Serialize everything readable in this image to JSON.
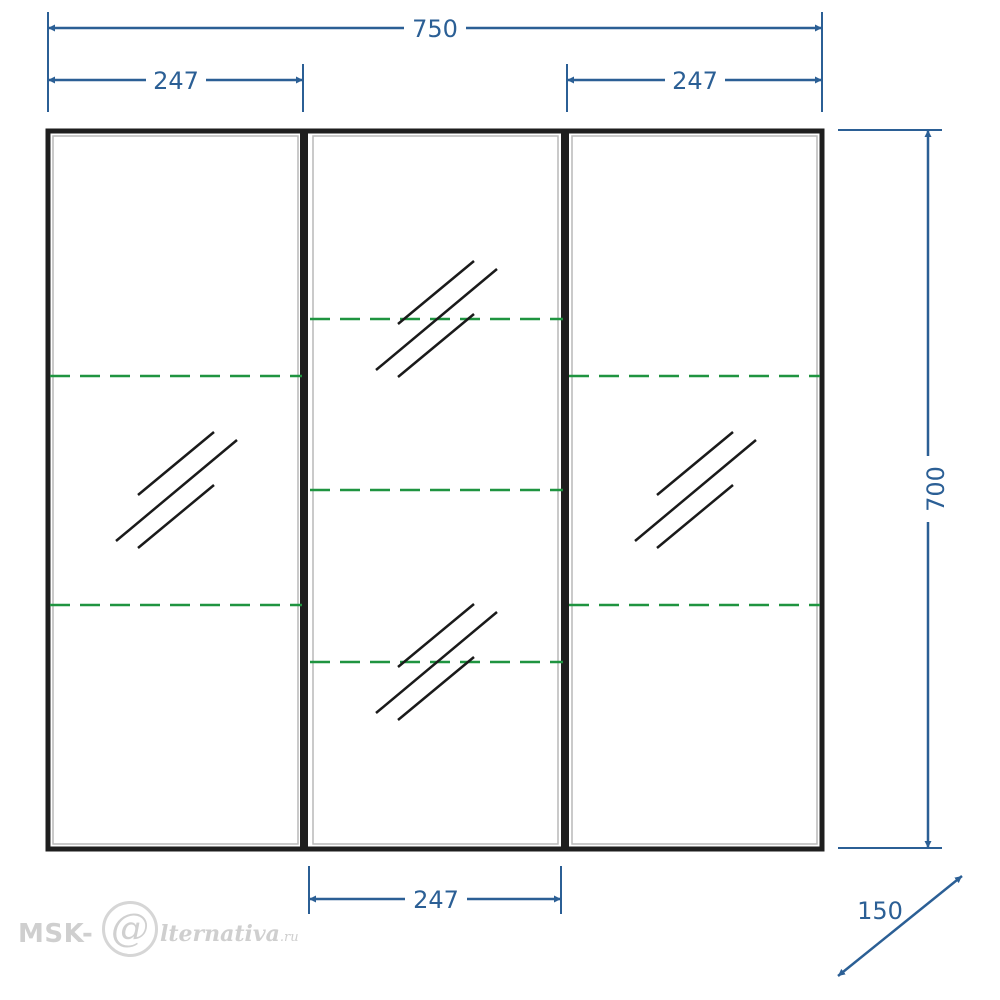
{
  "diagram": {
    "overall_width": "750",
    "left_door_width": "247",
    "right_door_width": "247",
    "middle_door_width": "247",
    "height": "700",
    "depth": "150"
  },
  "logo": {
    "prefix": "MSK-",
    "at_symbol": "@",
    "suffix": "lternativa",
    "tld": ".ru"
  },
  "colors": {
    "dimension": "#2b5f95",
    "frame": "#1e1e1e",
    "shelf": "#1f9440",
    "logo": "#cfcfcf"
  }
}
